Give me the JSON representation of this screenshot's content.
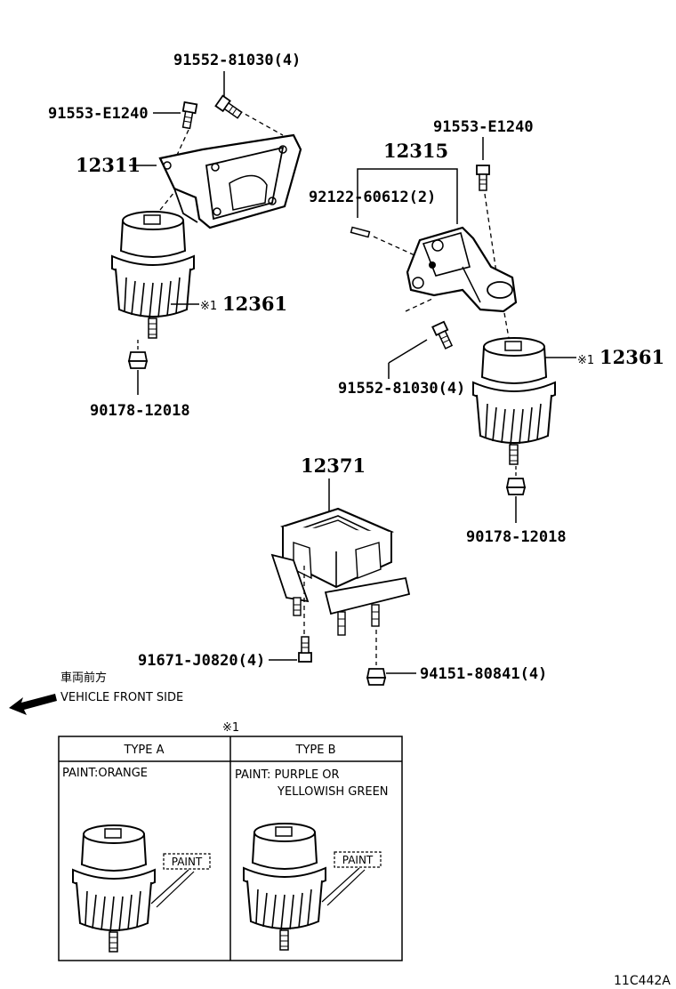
{
  "labels": {
    "bolt_top": "91552-81030(4)",
    "bolt_left": "91553-E1240",
    "bracket_left": "12311",
    "mount_left_mark": "※1",
    "mount_left": "12361",
    "nut_left": "90178-12018",
    "bolt_right_top": "91553-E1240",
    "bracket_right": "12315",
    "stud_right": "92122-60612(2)",
    "bolt_right_low": "91552-81030(4)",
    "mount_right_mark": "※1",
    "mount_right": "12361",
    "nut_right": "90178-12018",
    "trans_mount": "12371",
    "trans_bolt": "91671-J0820(4)",
    "trans_nut": "94151-80841(4)"
  },
  "front": {
    "jp": "車両前方",
    "en": "VEHICLE FRONT SIDE"
  },
  "table": {
    "mark": "※1",
    "type_a": "TYPE A",
    "type_b": "TYPE B",
    "paint_a": "PAINT:ORANGE",
    "paint_b_1": "PAINT: PURPLE OR",
    "paint_b_2": "YELLOWISH GREEN",
    "paint_tag": "PAINT"
  },
  "diagram_code": "11C442A"
}
